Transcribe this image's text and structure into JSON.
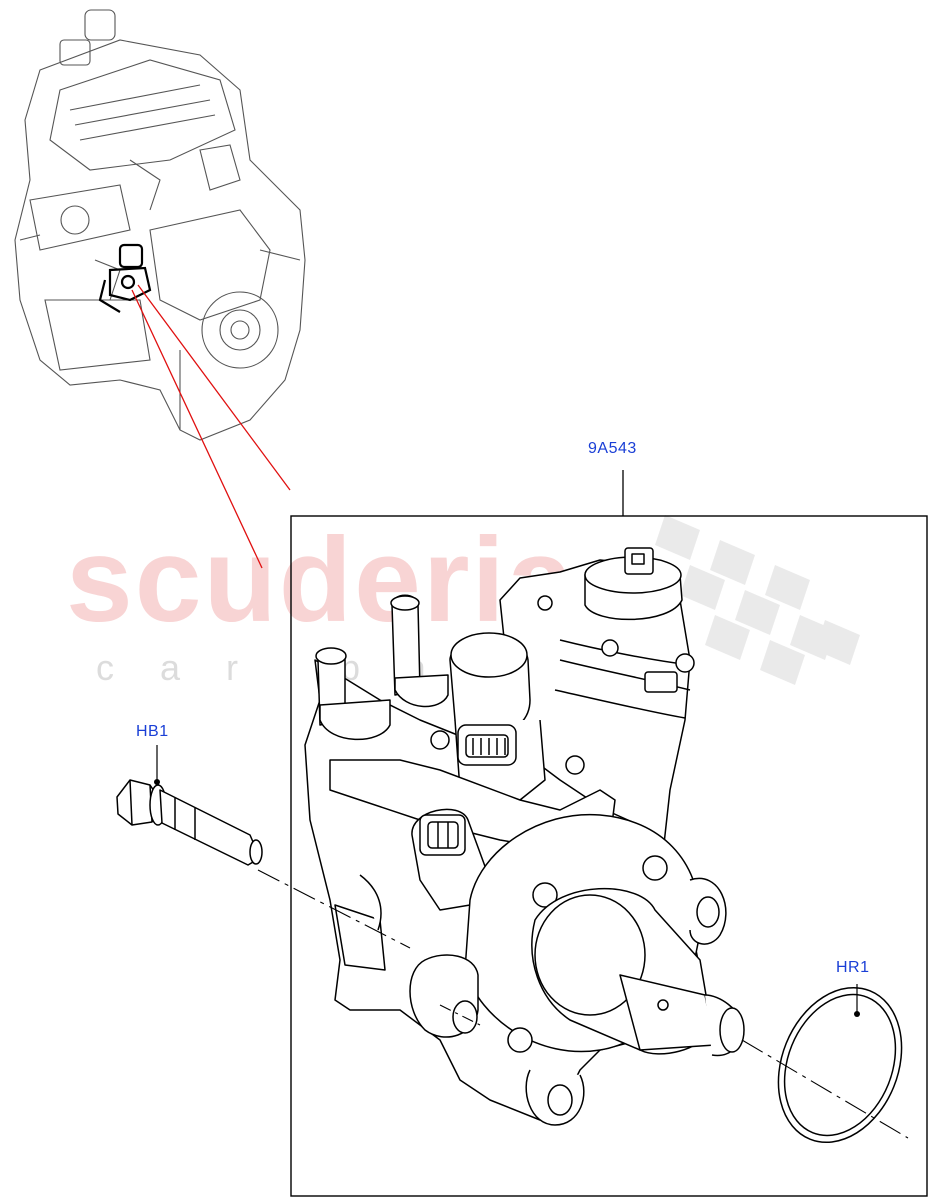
{
  "diagram": {
    "watermark": {
      "main": "scuderia",
      "sub": "car parts"
    },
    "callouts": {
      "pump": "9A543",
      "bolt": "HB1",
      "ring": "HR1"
    },
    "colors": {
      "callout_text": "#1a3fd6",
      "leader_red": "#e01010",
      "line": "#000000",
      "watermark_pink": "#f6c6c6",
      "watermark_grey": "#dcdcdc"
    }
  }
}
